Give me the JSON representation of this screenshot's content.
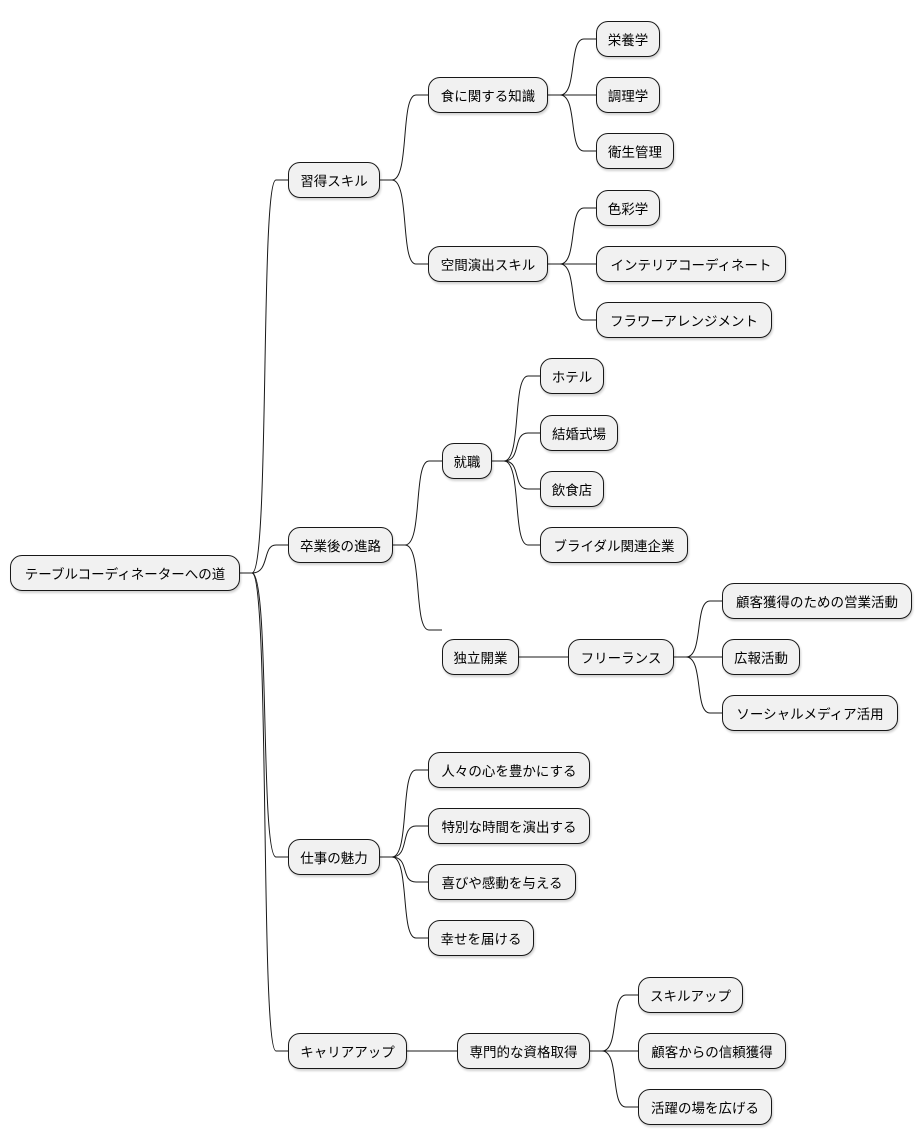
{
  "mindmap": {
    "root": {
      "label": "テーブルコーディネーターへの道"
    },
    "branches": [
      {
        "label": "習得スキル",
        "children": [
          {
            "label": "食に関する知識",
            "children": [
              {
                "label": "栄養学"
              },
              {
                "label": "調理学"
              },
              {
                "label": "衛生管理"
              }
            ]
          },
          {
            "label": "空間演出スキル",
            "children": [
              {
                "label": "色彩学"
              },
              {
                "label": "インテリアコーディネート"
              },
              {
                "label": "フラワーアレンジメント"
              }
            ]
          }
        ]
      },
      {
        "label": "卒業後の進路",
        "children": [
          {
            "label": "就職",
            "children": [
              {
                "label": "ホテル"
              },
              {
                "label": "結婚式場"
              },
              {
                "label": "飲食店"
              },
              {
                "label": "ブライダル関連企業"
              }
            ]
          },
          {
            "label": "独立開業",
            "children": [
              {
                "label": "フリーランス",
                "children": [
                  {
                    "label": "顧客獲得のための営業活動"
                  },
                  {
                    "label": "広報活動"
                  },
                  {
                    "label": "ソーシャルメディア活用"
                  }
                ]
              }
            ]
          }
        ]
      },
      {
        "label": "仕事の魅力",
        "children": [
          {
            "label": "人々の心を豊かにする"
          },
          {
            "label": "特別な時間を演出する"
          },
          {
            "label": "喜びや感動を与える"
          },
          {
            "label": "幸せを届ける"
          }
        ]
      },
      {
        "label": "キャリアアップ",
        "children": [
          {
            "label": "専門的な資格取得",
            "children": [
              {
                "label": "スキルアップ"
              },
              {
                "label": "顧客からの信頼獲得"
              },
              {
                "label": "活躍の場を広げる"
              }
            ]
          }
        ]
      }
    ]
  },
  "colors": {
    "node_fill": "#f1f1f1",
    "node_border": "#181818",
    "edge": "#181818",
    "background": "#ffffff"
  }
}
